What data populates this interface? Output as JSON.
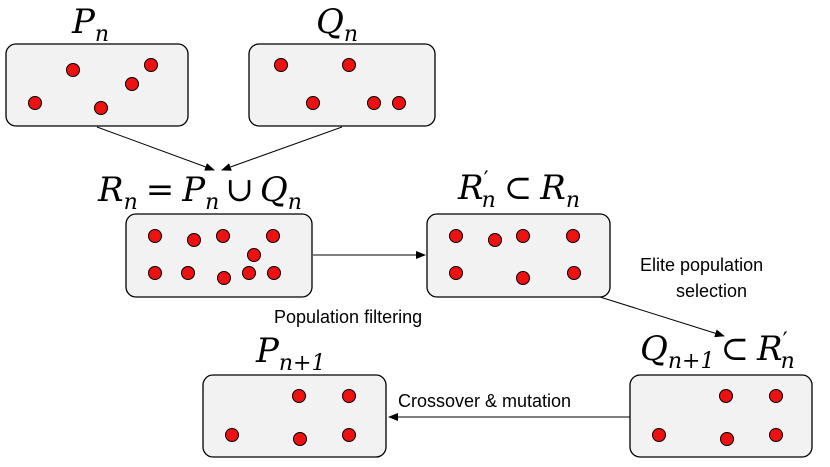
{
  "sets": {
    "p_n": {
      "sym": "P",
      "sub": "n"
    },
    "q_n": {
      "sym": "Q",
      "sub": "n"
    },
    "r_n_eq": {
      "lhs": "R",
      "lhs_sub": "n",
      "eq": "=",
      "p": "P",
      "p_sub": "n",
      "cup": "∪",
      "q": "Q",
      "q_sub": "n"
    },
    "r_prime": {
      "sym": "R",
      "prime": "′",
      "sub": "n",
      "subset": "⊂",
      "rhs": "R",
      "rhs_sub": "n"
    },
    "q_next": {
      "sym": "Q",
      "sub": "n+1",
      "subset": "⊂",
      "rhs": "R",
      "prime": "′",
      "rhs_sub": "n"
    },
    "p_next": {
      "sym": "P",
      "sub": "n+1"
    }
  },
  "labels": {
    "population_filtering": "Population filtering",
    "elite_line1": "Elite population",
    "elite_line2": "selection",
    "crossover": "Crossover & mutation"
  },
  "colors": {
    "dot": "#ee1111",
    "box_fill": "#f2f2f2",
    "stroke": "#000000"
  }
}
